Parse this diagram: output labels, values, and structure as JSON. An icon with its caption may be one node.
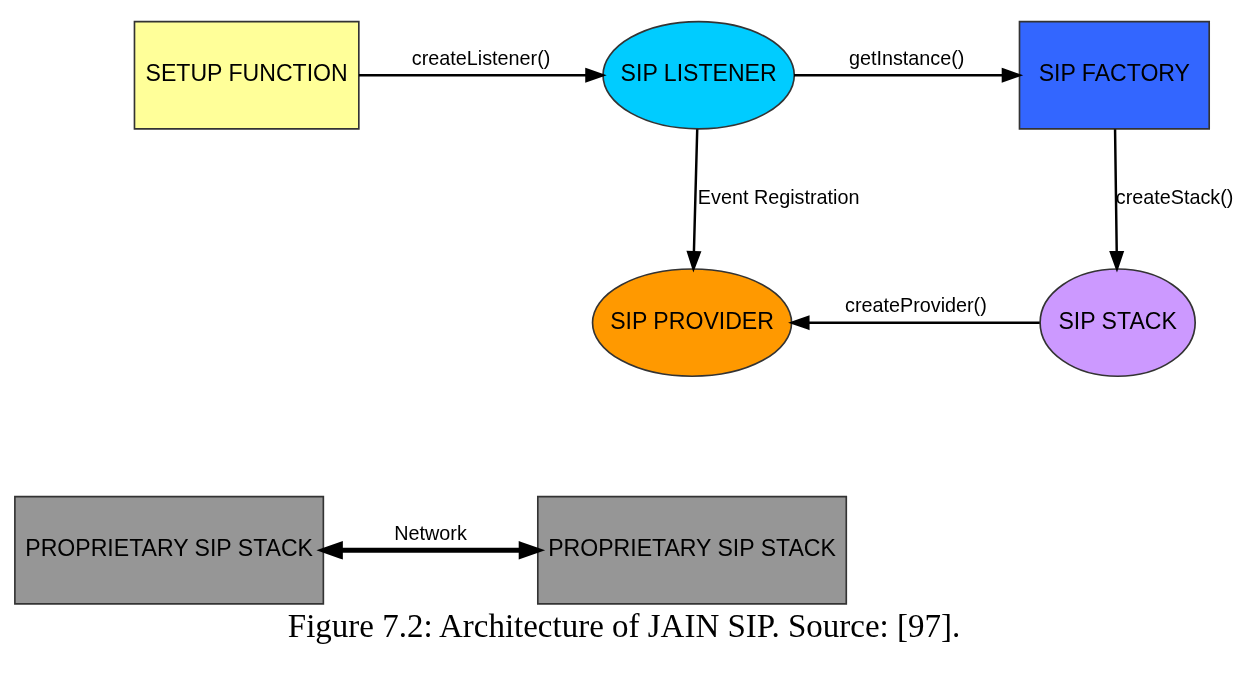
{
  "diagram": {
    "caption": "Figure 7.2: Architecture of JAIN SIP. Source: [97].",
    "nodes": [
      {
        "text": [
          "SETUP FUNCTION"
        ]
      },
      {
        "text": [
          "SIP LISTENER"
        ]
      },
      {
        "text": [
          "SIP FACTORY"
        ]
      },
      {
        "text": [
          "SIP PROVIDER"
        ]
      },
      {
        "text": [
          "SIP STACK"
        ]
      },
      {
        "text": [
          "PROPRIETARY SIP STACK"
        ]
      },
      {
        "text": [
          "PROPRIETARY SIP STACK"
        ]
      }
    ],
    "edges": [
      {
        "from": 0,
        "to": 1,
        "arrow": "to",
        "label": "createListener()"
      },
      {
        "from": 1,
        "to": 2,
        "arrow": "to",
        "label": "getInstance()"
      },
      {
        "from": 1,
        "to": 3,
        "arrow": "to",
        "label": "Event Registration"
      },
      {
        "from": 4,
        "to": 3,
        "arrow": "to",
        "label": "createProvider()"
      },
      {
        "from": 2,
        "to": 4,
        "arrow": "to",
        "label": "createStack()"
      },
      {
        "from": 5,
        "to": 6,
        "arrow": "both",
        "label": "Network",
        "style": "thick"
      }
    ]
  }
}
